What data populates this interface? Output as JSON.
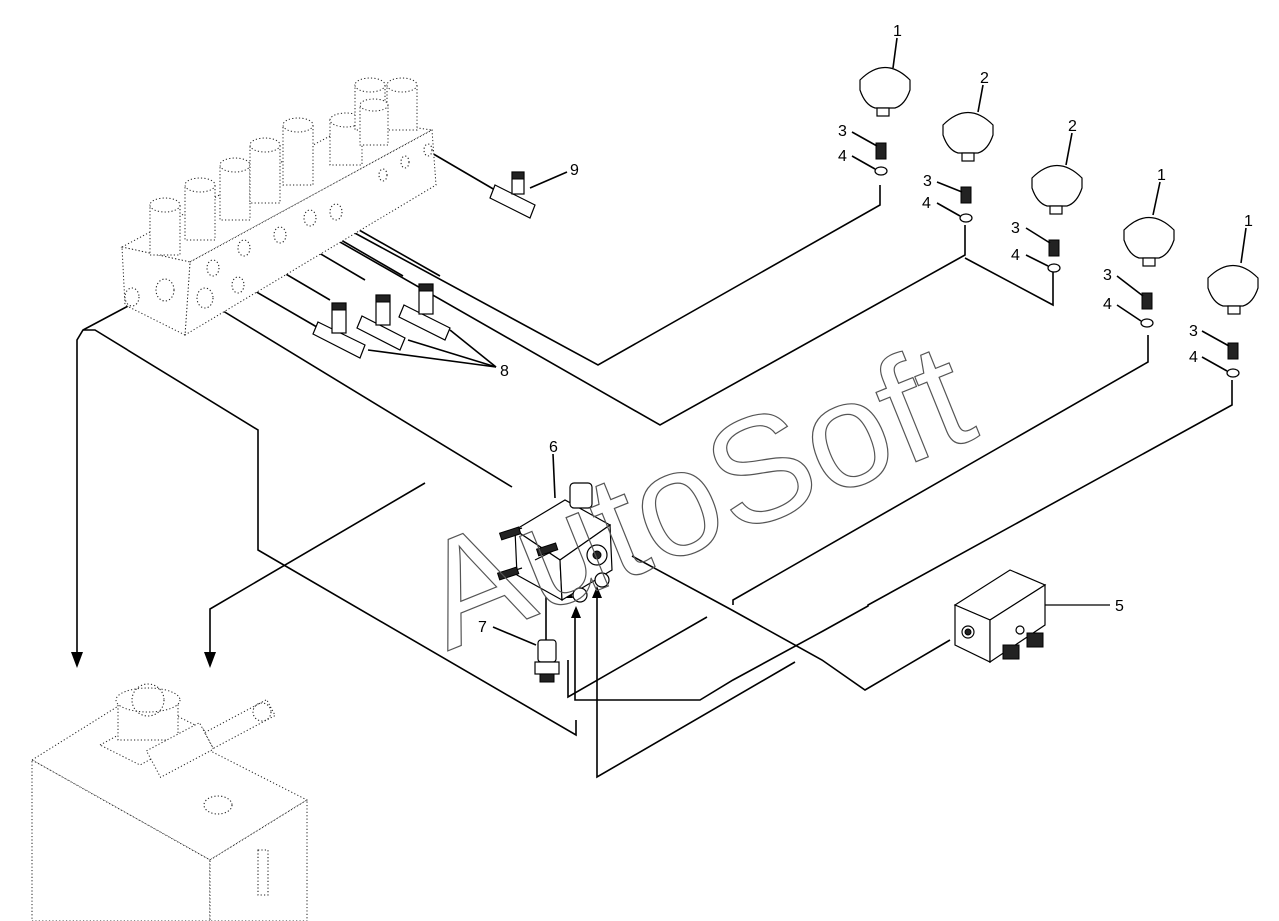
{
  "watermark": "AutoSoft",
  "callouts": {
    "acc1a": "1",
    "acc2a": "2",
    "acc2b": "2",
    "acc1b": "1",
    "acc1c": "1",
    "fit3a": "3",
    "fit4a": "4",
    "fit3b": "3",
    "fit4b": "4",
    "fit3c": "3",
    "fit4c": "4",
    "fit3d": "3",
    "fit4d": "4",
    "fit3e": "3",
    "fit4e": "4",
    "block5": "5",
    "valve6": "6",
    "sensor7": "7",
    "tees8": "8",
    "tee9": "9"
  }
}
